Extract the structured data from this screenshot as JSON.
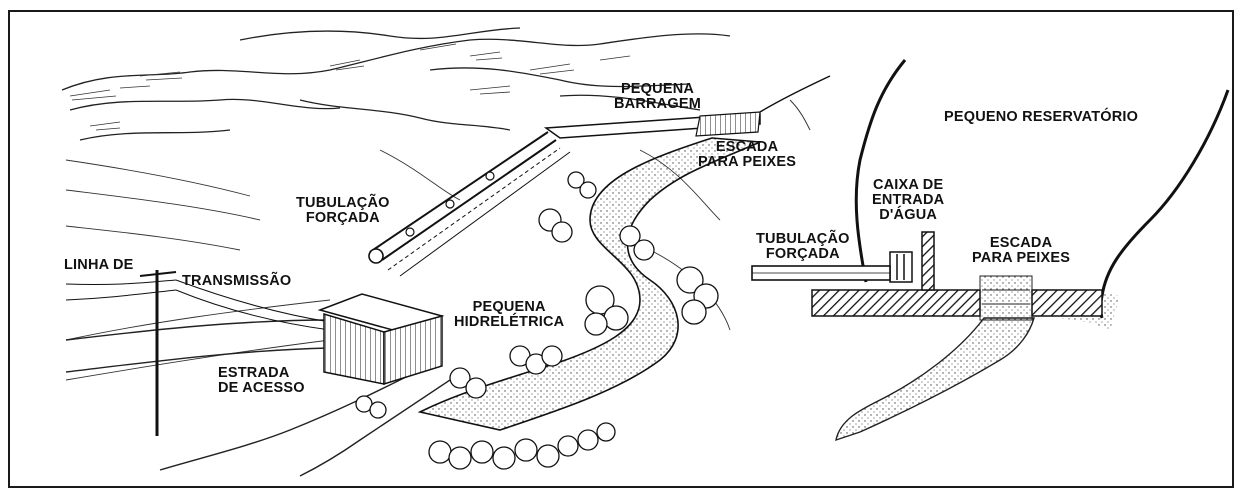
{
  "labels": {
    "pequena_barragem": [
      "PEQUENA",
      "BARRAGEM"
    ],
    "escada_peixes_left": [
      "ESCADA",
      "PARA PEIXES"
    ],
    "tubulacao_forcada_left": [
      "TUBULAÇÃO",
      "FORÇADA"
    ],
    "linha_de": "LINHA DE",
    "transmissao": "TRANSMISSÃO",
    "pequena_hidreletrica": [
      "PEQUENA",
      "HIDRELÉTRICA"
    ],
    "estrada_acesso": [
      "ESTRADA",
      "DE ACESSO"
    ],
    "pequeno_reservatorio": "PEQUENO RESERVATÓRIO",
    "caixa_entrada": [
      "CAIXA DE",
      "ENTRADA",
      "D'ÁGUA"
    ],
    "tubulacao_forcada_right": [
      "TUBULAÇÃO",
      "FORÇADA"
    ],
    "escada_peixes_right": [
      "ESCADA",
      "PARA PEIXES"
    ]
  },
  "colors": {
    "ink": "#111111",
    "background": "#ffffff",
    "border": "#1a1a1a"
  }
}
